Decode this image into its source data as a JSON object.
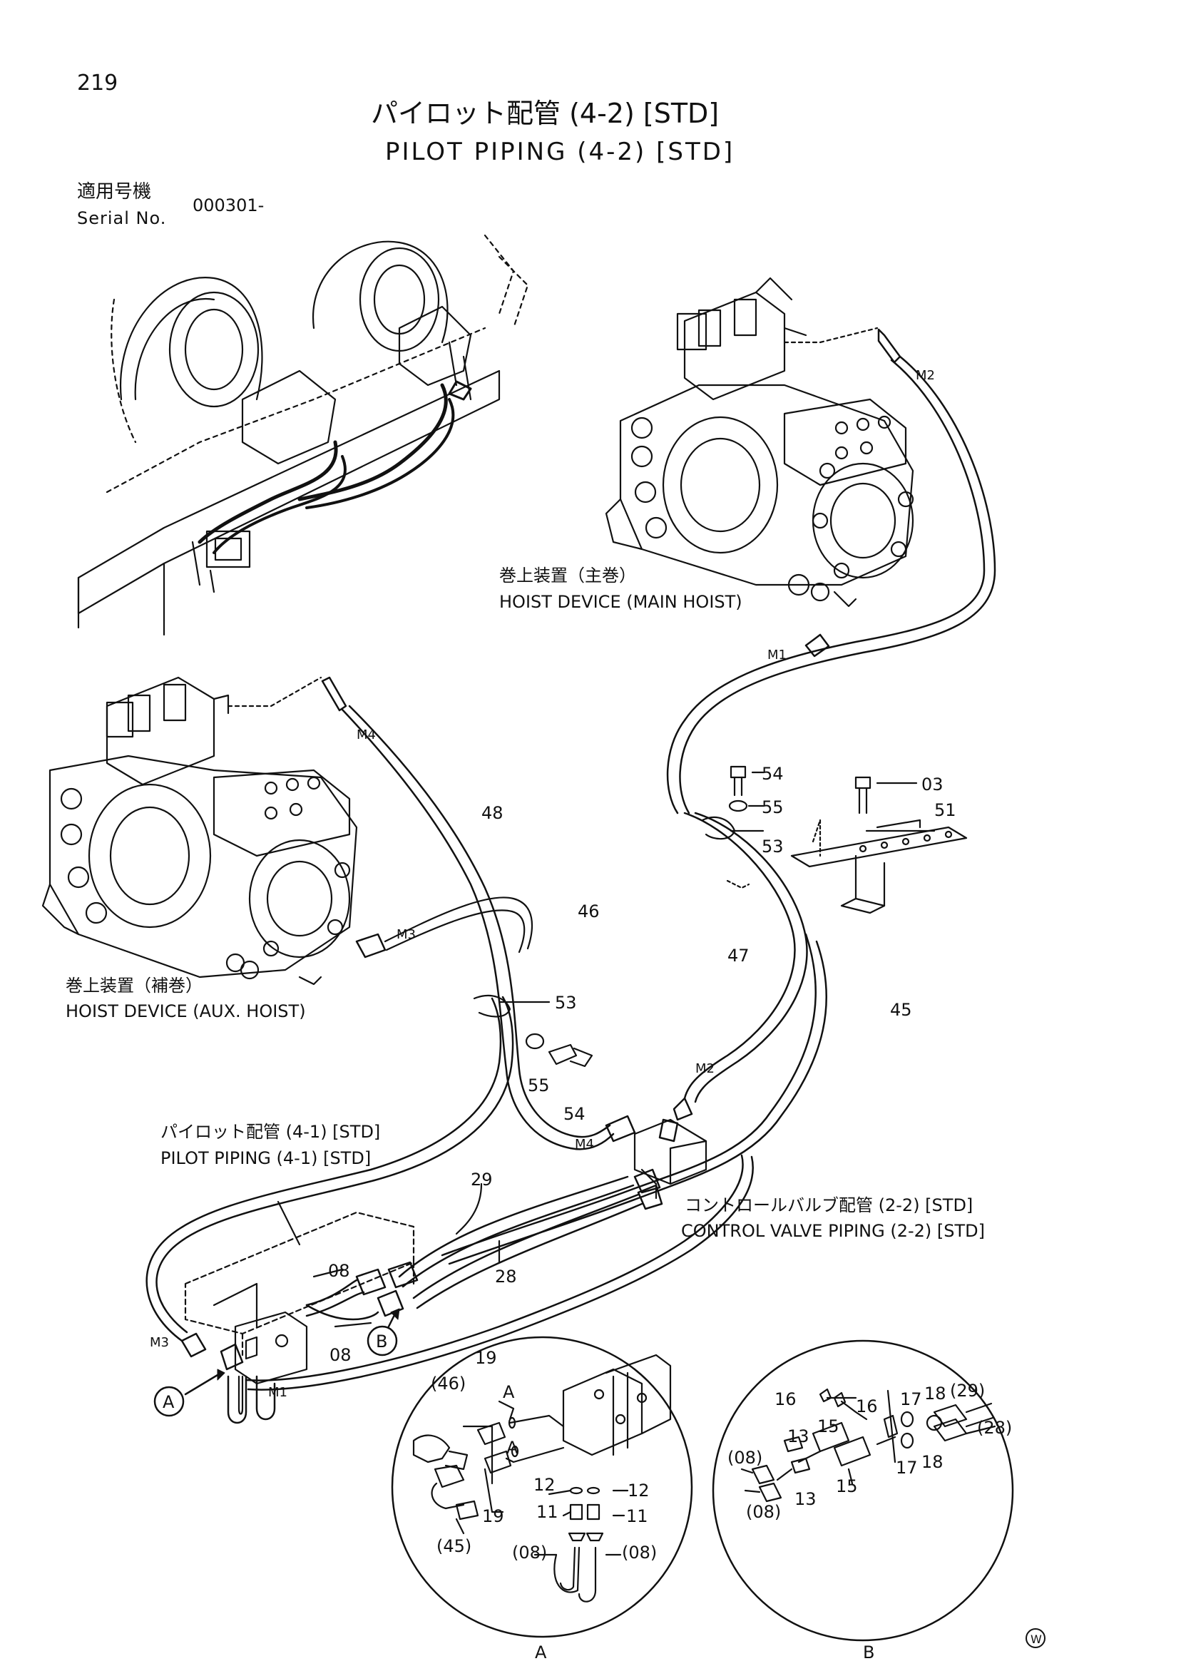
{
  "page_number": "219",
  "title_jp": "パイロット配管 (4-2) [STD]",
  "title_en": "PILOT PIPING (4-2) [STD]",
  "serial": {
    "label_jp": "適用号機",
    "label_en": "Serial No.",
    "value": "000301-"
  },
  "captions": {
    "main_hoist_jp": "巻上装置（主巻）",
    "main_hoist_en": "HOIST DEVICE (MAIN HOIST)",
    "aux_hoist_jp": "巻上装置（補巻）",
    "aux_hoist_en": "HOIST DEVICE (AUX. HOIST)",
    "pilot41_jp": "パイロット配管 (4-1) [STD]",
    "pilot41_en": "PILOT PIPING (4-1) [STD]",
    "cv_jp": "コントロールバルブ配管 (2-2) [STD]",
    "cv_en": "CONTROL VALVE PIPING (2-2) [STD]"
  },
  "part_labels": {
    "p54a": "54",
    "p55a": "55",
    "p53a": "53",
    "p03": "03",
    "p51": "51",
    "p48": "48",
    "p46": "46",
    "p47": "47",
    "p45": "45",
    "p53b": "53",
    "p55b": "55",
    "p54b": "54",
    "p29": "29",
    "p28": "28",
    "p08a": "08",
    "p08b": "08",
    "m1a": "M1",
    "m2a": "M2",
    "m3a": "M3",
    "m4a": "M4",
    "m2b": "M2",
    "m4b": "M4",
    "m3b": "M3",
    "m1b": "M1"
  },
  "callouts": {
    "a": "A",
    "b": "B"
  },
  "detail_a": {
    "title": "A",
    "labels": {
      "p46": "(46)",
      "p19a": "19",
      "pA1": "A",
      "pA2": "A",
      "p12a": "12",
      "p12b": "12",
      "p11a": "11",
      "p11b": "11",
      "p19b": "19",
      "p45": "(45)",
      "p08a": "(08)",
      "p08b": "(08)"
    }
  },
  "detail_b": {
    "title": "B",
    "labels": {
      "p29": "(29)",
      "p17a": "17",
      "p18a": "18",
      "p16a": "16",
      "p16b": "16",
      "p28": "(28)",
      "p13a": "13",
      "p15a": "15",
      "p08a": "(08)",
      "p17b": "17",
      "p18b": "18",
      "p13b": "13",
      "p15b": "15",
      "p08b": "(08)"
    }
  },
  "watermark": "W"
}
